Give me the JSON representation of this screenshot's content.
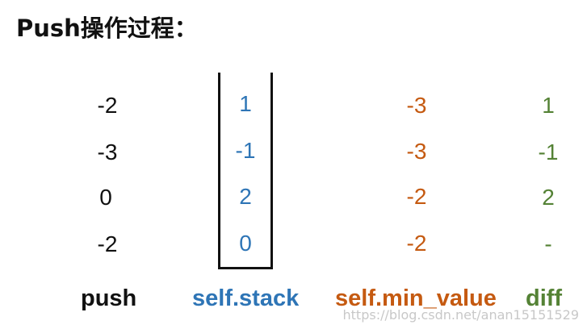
{
  "title": "Push操作过程：",
  "colors": {
    "push": "#111111",
    "stack": "#2e75b6",
    "min_value": "#c55a11",
    "diff": "#548235",
    "frame": "#111111"
  },
  "columns": {
    "push": {
      "label": "push",
      "values": [
        "-2",
        "-3",
        "0",
        "-2"
      ]
    },
    "stack": {
      "label": "self.stack",
      "values": [
        "1",
        "-1",
        "2",
        "0"
      ]
    },
    "min_value": {
      "label": "self.min_value",
      "values": [
        "-3",
        "-3",
        "-2",
        "-2"
      ]
    },
    "diff": {
      "label": "diff",
      "values": [
        "1",
        "-1",
        "2",
        "-"
      ]
    }
  },
  "watermark": "https://blog.csdn.net/anan15151529"
}
